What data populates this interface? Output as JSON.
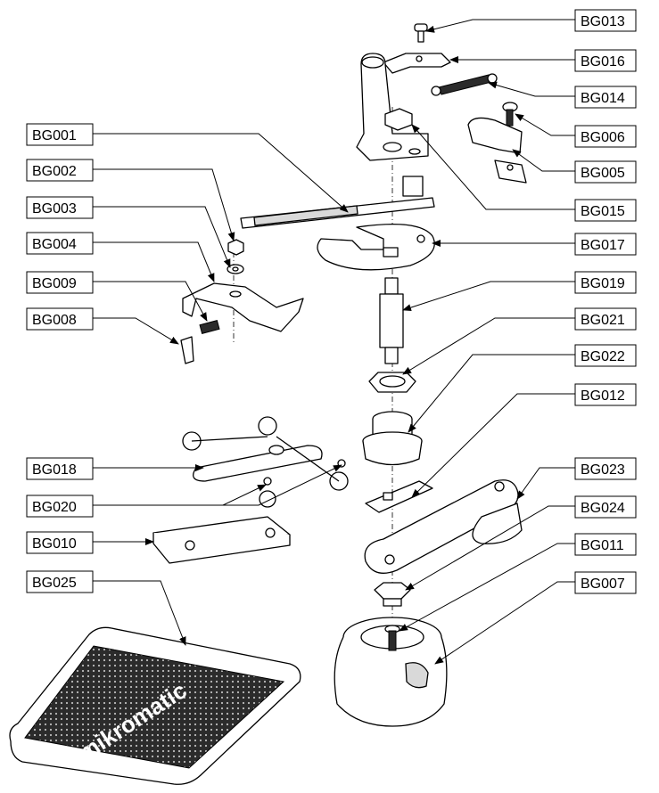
{
  "labels": {
    "BG013": "BG013",
    "BG016": "BG016",
    "BG014": "BG014",
    "BG006": "BG006",
    "BG005": "BG005",
    "BG015": "BG015",
    "BG017": "BG017",
    "BG019": "BG019",
    "BG021": "BG021",
    "BG022": "BG022",
    "BG012": "BG012",
    "BG023": "BG023",
    "BG024": "BG024",
    "BG011": "BG011",
    "BG007": "BG007",
    "BG001": "BG001",
    "BG002": "BG002",
    "BG003": "BG003",
    "BG004": "BG004",
    "BG009": "BG009",
    "BG008": "BG008",
    "BG018": "BG018",
    "BG020": "BG020",
    "BG010": "BG010",
    "BG025": "BG025"
  },
  "logo": {
    "text": "mikromatic"
  },
  "colors": {
    "line": "#000000",
    "background": "#ffffff",
    "shade": "#d9d9d9",
    "mat": "#2b2b2b"
  }
}
